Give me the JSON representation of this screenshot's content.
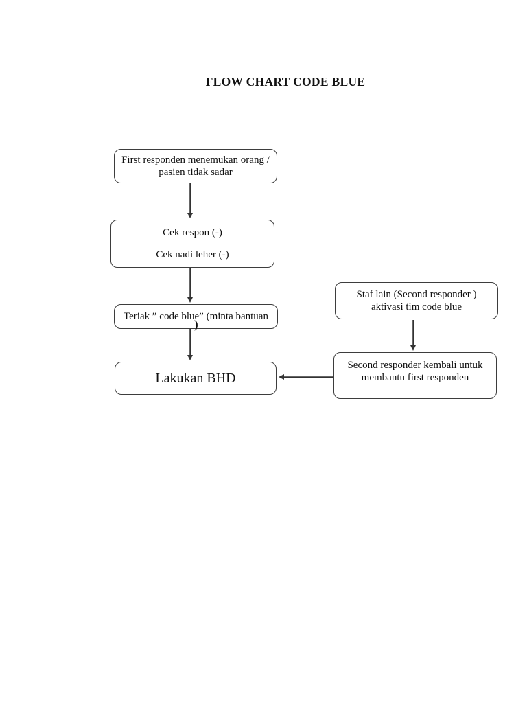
{
  "page": {
    "title": "FLOW CHART CODE BLUE"
  },
  "colors": {
    "background": "#ffffff",
    "box_border": "#3d3d3d",
    "text": "#111111",
    "arrow": "#333333"
  },
  "flowchart": {
    "nodes": [
      {
        "id": "first-responder",
        "lines": [
          "First responden menemukan orang /",
          "pasien tidak sadar"
        ]
      },
      {
        "id": "cek-respon-nadi",
        "lines": [
          "Cek respon (-)",
          "Cek nadi leher (-)"
        ]
      },
      {
        "id": "teriak-code-blue",
        "lines": [
          "Teriak ” code blue”  (minta bantuan"
        ],
        "overflow_char": ")"
      },
      {
        "id": "lakukan-bhd",
        "lines": [
          "Lakukan BHD"
        ]
      },
      {
        "id": "staf-lain",
        "lines": [
          "Staf lain (Second responder )",
          "aktivasi tim code blue"
        ]
      },
      {
        "id": "second-responder-kembali",
        "lines": [
          "Second responder kembali untuk",
          "membantu first responden"
        ]
      }
    ],
    "edges": [
      {
        "from": "first-responder",
        "to": "cek-respon-nadi"
      },
      {
        "from": "cek-respon-nadi",
        "to": "teriak-code-blue"
      },
      {
        "from": "teriak-code-blue",
        "to": "lakukan-bhd"
      },
      {
        "from": "staf-lain",
        "to": "second-responder-kembali"
      },
      {
        "from": "second-responder-kembali",
        "to": "lakukan-bhd"
      }
    ]
  }
}
